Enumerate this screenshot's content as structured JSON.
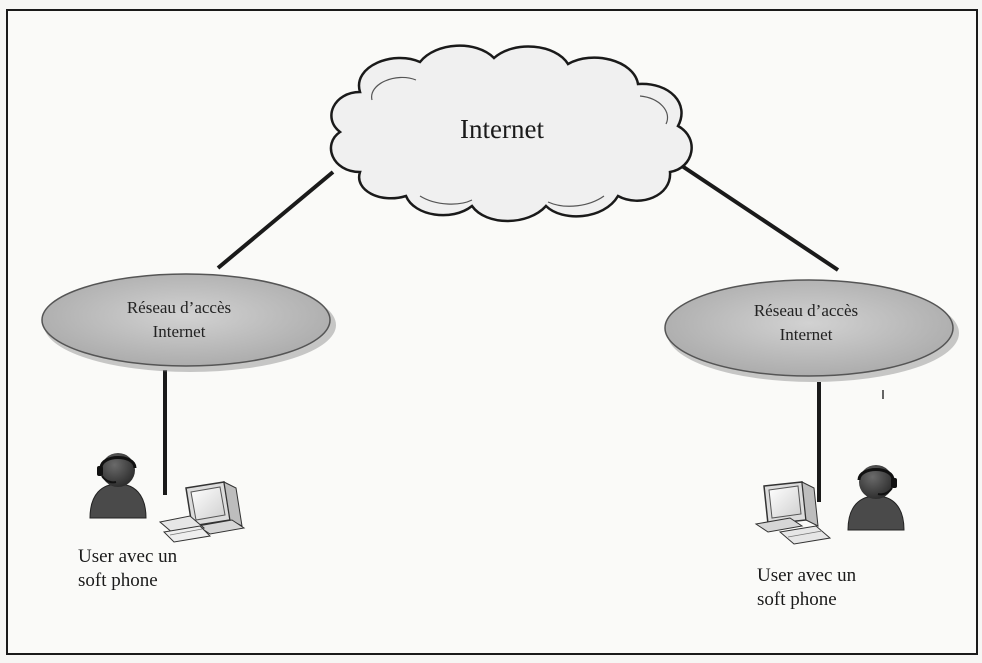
{
  "cloud": {
    "label": "Internet"
  },
  "access_networks": [
    {
      "label": "Réseau d’accès\nInternet"
    },
    {
      "label": "Réseau d’accès\nInternet"
    }
  ],
  "users": [
    {
      "label": "User avec un\nsoft phone"
    },
    {
      "label": "User avec un\nsoft phone"
    }
  ],
  "icons": {
    "cloud": "cloud-icon",
    "user": "headset-user-icon",
    "computer": "computer-icon"
  },
  "colors": {
    "cloud_fill": "#efefef",
    "network_fill": "#bdbdbd",
    "line": "#1a1a1a",
    "user_dark": "#3a3a3a",
    "user_body": "#5a5a5a"
  }
}
